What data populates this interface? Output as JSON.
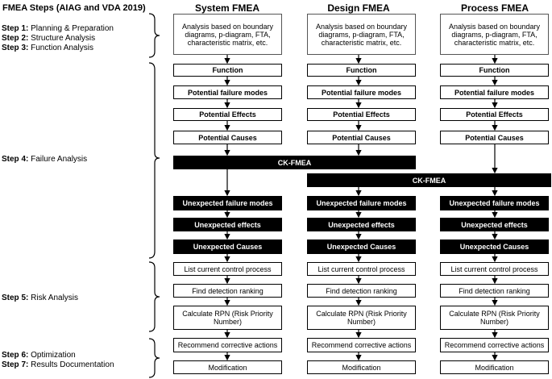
{
  "title": "FMEA Steps (AIAG and VDA 2019)",
  "steps": [
    {
      "label": "Step 1:",
      "text": " Planning & Preparation"
    },
    {
      "label": "Step 2:",
      "text": " Structure Analysis"
    },
    {
      "label": "Step 3:",
      "text": " Function Analysis"
    },
    {
      "label": "Step 4:",
      "text": " Failure Analysis"
    },
    {
      "label": "Step 5:",
      "text": " Risk Analysis"
    },
    {
      "label": "Step 6:",
      "text": " Optimization"
    },
    {
      "label": "Step 7:",
      "text": " Results Documentation"
    }
  ],
  "columns": [
    {
      "header": "System FMEA",
      "analysis": "Analysis based on boundary diagrams, p-diagram, FTA, characteristic matrix, etc.",
      "function": "Function",
      "failure_modes": "Potential failure modes",
      "effects": "Potential Effects",
      "causes": "Potential Causes",
      "unexp_modes": "Unexpected failure modes",
      "unexp_effects": "Unexpected effects",
      "unexp_causes": "Unexpected Causes",
      "list_control": "List current control process",
      "detection": "Find detection ranking",
      "rpn": "Calculate RPN (Risk Priority Number)",
      "corrective": "Recommend corrective actions",
      "modification": "Modification"
    },
    {
      "header": "Design FMEA",
      "analysis": "Analysis based on boundary diagrams, p-diagram, FTA, characteristic matrix, etc.",
      "function": "Function",
      "failure_modes": "Potential failure modes",
      "effects": "Potential Effects",
      "causes": "Potential Causes",
      "unexp_modes": "Unexpected failure modes",
      "unexp_effects": "Unexpected effects",
      "unexp_causes": "Unexpected Causes",
      "list_control": "List current control process",
      "detection": "Find detection ranking",
      "rpn": "Calculate RPN (Risk Priority Number)",
      "corrective": "Recommend corrective actions",
      "modification": "Modification"
    },
    {
      "header": "Process FMEA",
      "analysis": "Analysis based on boundary diagrams, p-diagram, FTA, characteristic matrix, etc.",
      "function": "Function",
      "failure_modes": "Potential failure modes",
      "effects": "Potential Effects",
      "causes": "Potential Causes",
      "unexp_modes": "Unexpected failure modes",
      "unexp_effects": "Unexpected effects",
      "unexp_causes": "Unexpected Causes",
      "list_control": "List current control process",
      "detection": "Find detection ranking",
      "rpn": "Calculate RPN (Risk Priority Number)",
      "corrective": "Recommend corrective actions",
      "modification": "Modification"
    }
  ],
  "ck1": "CK-FMEA",
  "ck2": "CK-FMEA"
}
